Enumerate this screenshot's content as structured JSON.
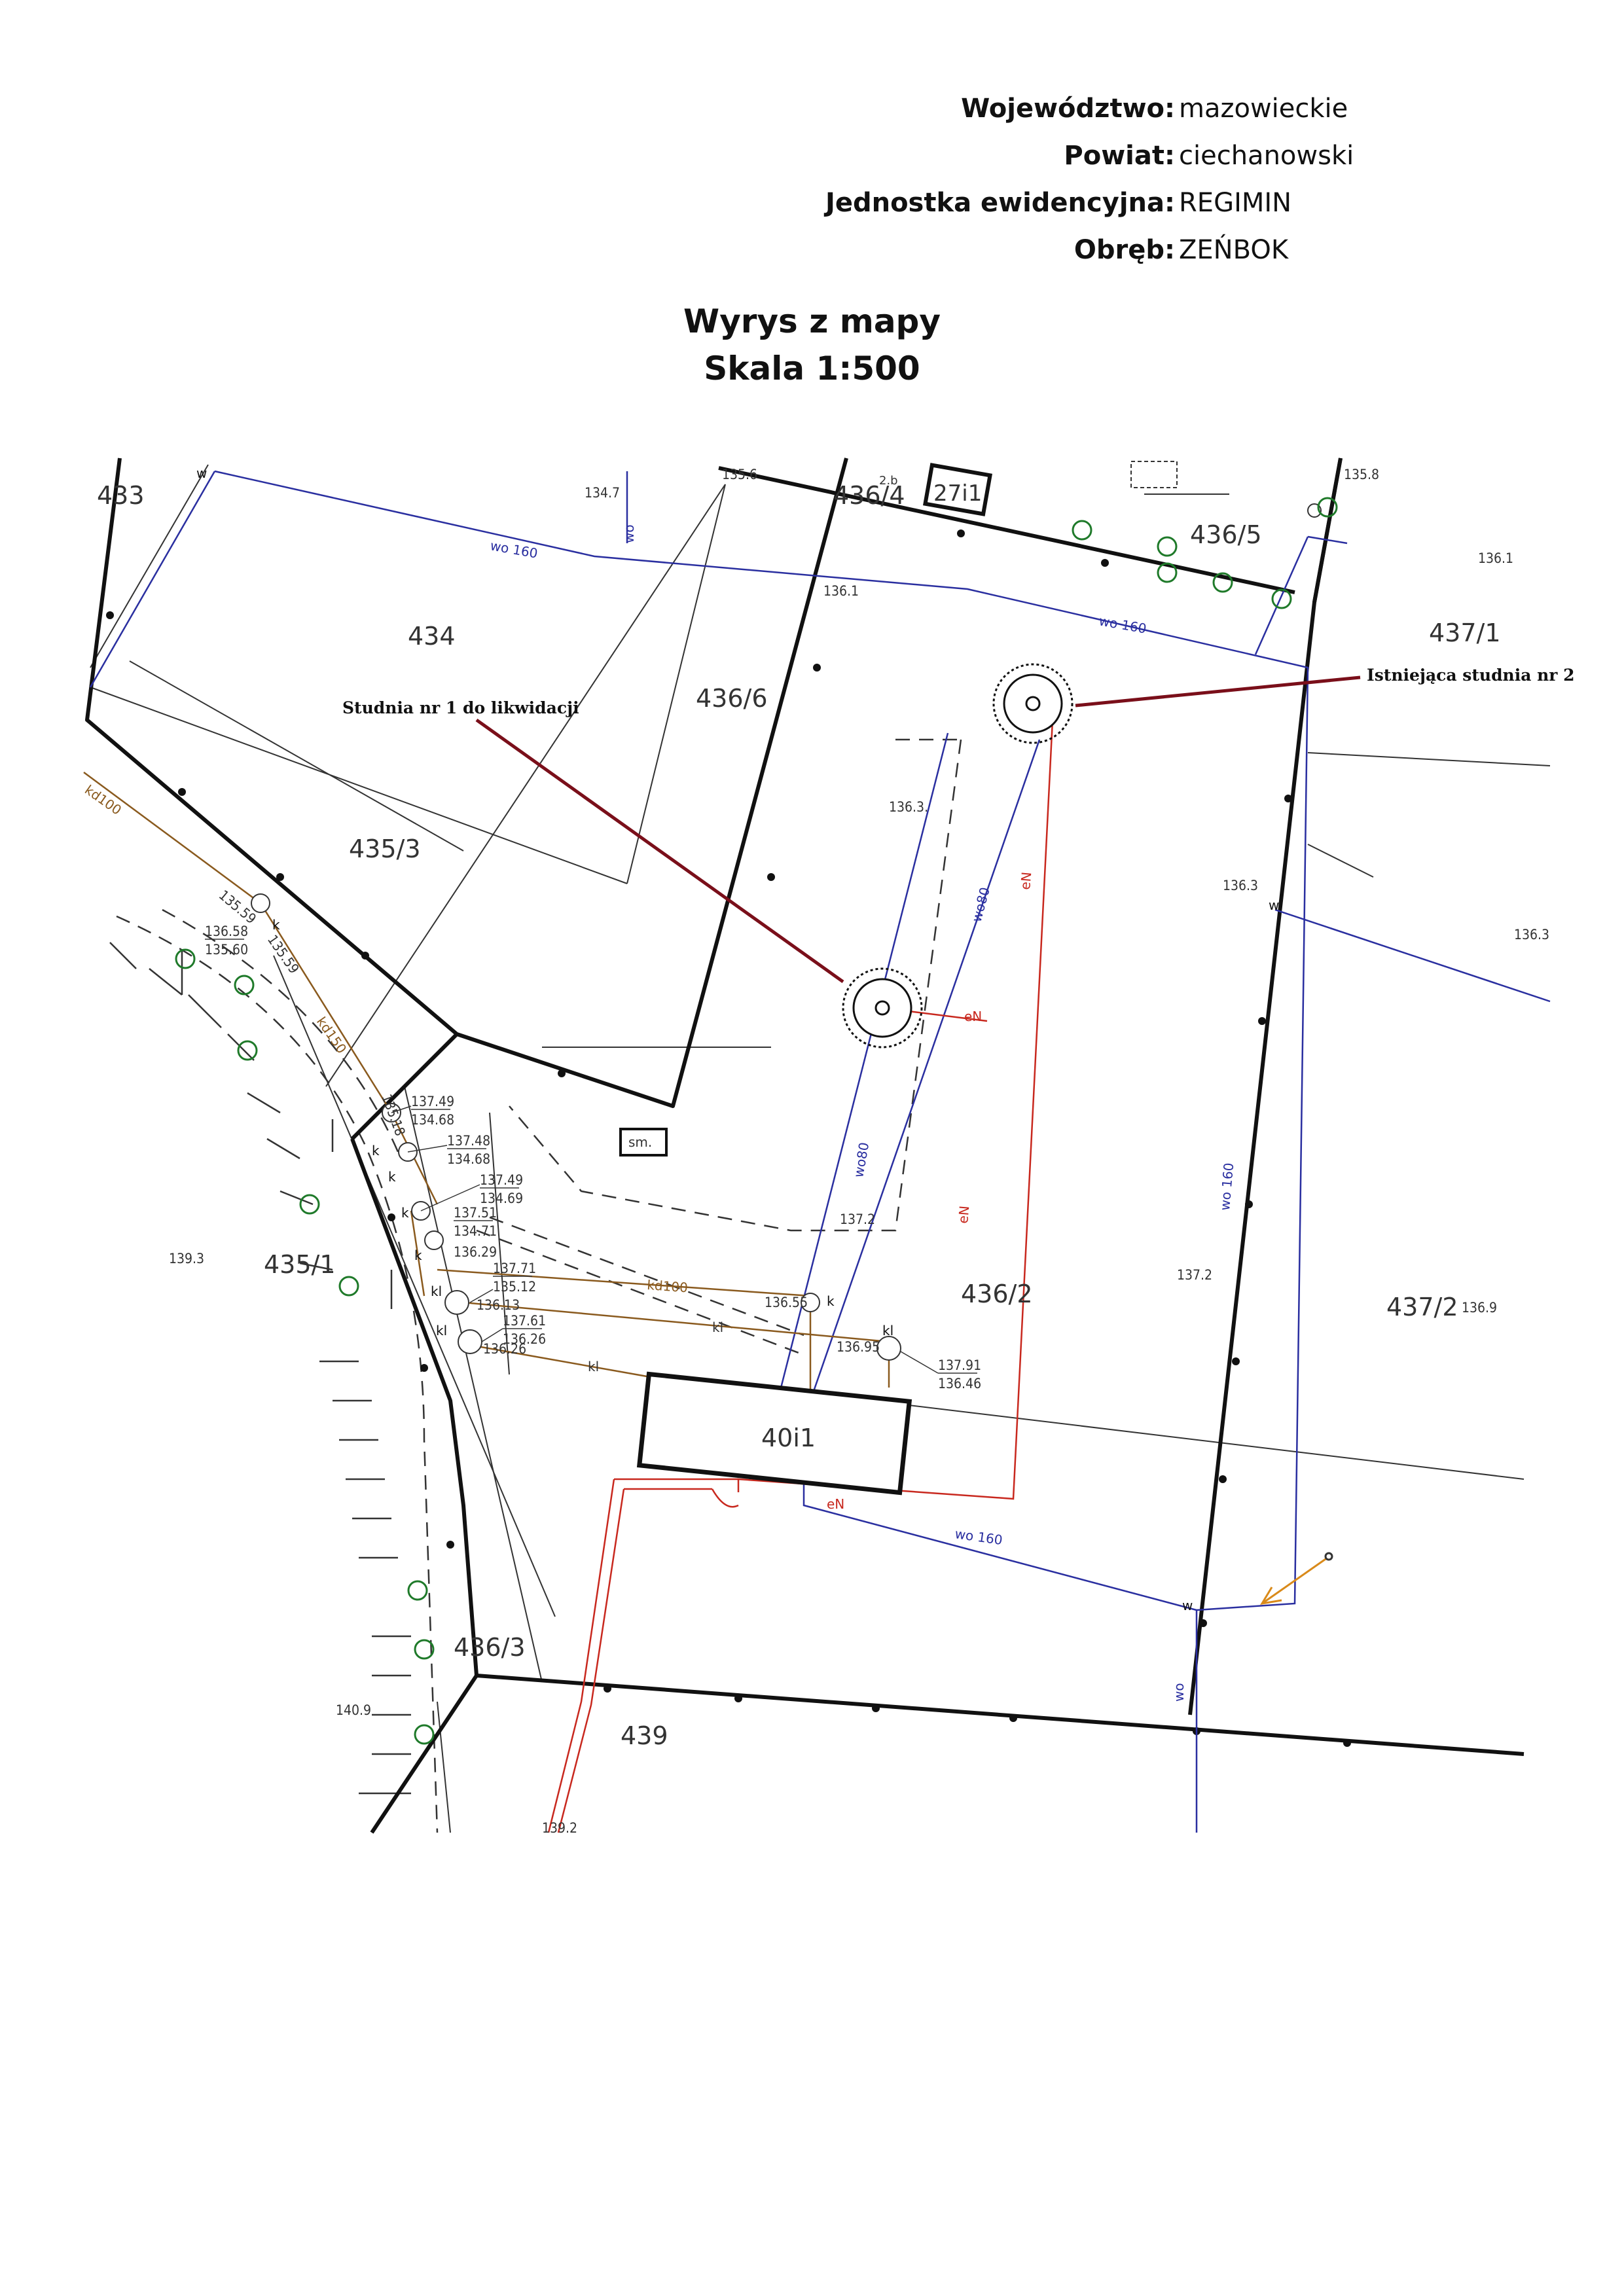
{
  "header": {
    "rows": [
      {
        "label": "Województwo:",
        "value": "mazowieckie"
      },
      {
        "label": "Powiat:",
        "value": "ciechanowski"
      },
      {
        "label": "Jednostka ewidencyjna:",
        "value": "REGIMIN"
      },
      {
        "label": "Obręb:",
        "value": "ZEŃBOK"
      }
    ]
  },
  "title": {
    "line1": "Wyrys z mapy",
    "line2": "Skala 1:500"
  },
  "map": {
    "parcels": {
      "p433": "433",
      "p434": "434",
      "p435_3": "435/3",
      "p435_1": "435/1",
      "p436_2": "436/2",
      "p436_3": "436/3",
      "p436_4": "436/4",
      "p436_5": "436/5",
      "p436_6": "436/6",
      "p437_1": "437/1",
      "p437_2": "437/2",
      "p439": "439"
    },
    "buildings": {
      "b27": "27i1",
      "b40": "40i1",
      "sm": "sm.",
      "small_top": "2.b"
    },
    "callouts": {
      "well1": "Studnia nr 1 do likwidacji",
      "well2": "Istniejąca studnia nr 2"
    },
    "utilities": {
      "wo160": "wo 160",
      "wo80": "wo80",
      "eN": "eN",
      "kd100": "kd100",
      "kd150": "kd150",
      "kl": "kl",
      "k": "k",
      "w": "w",
      "wo": "wo"
    },
    "elevations": {
      "e1347": "134.7",
      "e1356": "135.6",
      "e1358": "135.8",
      "e1361a": "136.1",
      "e1361b": "136.1",
      "e1363a": "136.3.",
      "e1363b": "136.3",
      "e1363c": "136.3",
      "e1393": "139.3",
      "e1372a": "137.2",
      "e1372b": "137.2",
      "e1369": "136.9",
      "e1409": "140.9",
      "e1392": "139.2",
      "k1a_t": "136.58",
      "k1a_b": "135.60",
      "k1b": "135.59",
      "k1c": "135.59",
      "k2_t": "137.49",
      "k2_b": "134.68",
      "k3_t": "137.48",
      "k3_b": "134.68",
      "k4_t": "137.49",
      "k4_b": "134.69",
      "k5_t": "137.51",
      "k5_b": "134.71",
      "k6": "136.29",
      "k7_t": "137.71",
      "k7_m": "135.12",
      "k7_b": "136.13",
      "k8_t": "137.61",
      "k8_b": "136.26",
      "k8_c": "136.26",
      "k9": "136.55",
      "k10": "136.95",
      "k11_t": "137.91",
      "k11_b": "136.46",
      "k_side": "135.18"
    }
  },
  "colors": {
    "boundary": "#111111",
    "water": "#2a2fa0",
    "power": "#c8281e",
    "sewer": "#8a5a1e",
    "callout": "#7a0f1a",
    "thin": "#333333"
  }
}
